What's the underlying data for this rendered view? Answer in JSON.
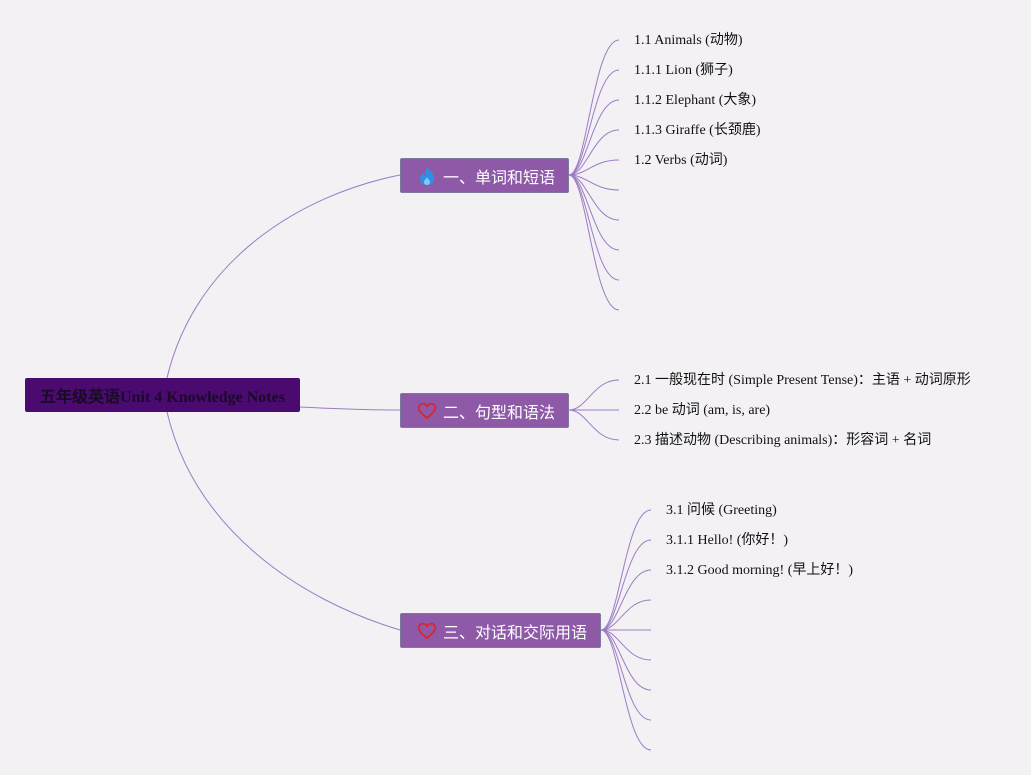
{
  "root": {
    "label": "五年级英语Unit 4 Knowledge Notes"
  },
  "branches": [
    {
      "label": "一、单词和短语",
      "icon": "flame-icon",
      "icon_color": "#2e8fe6",
      "leaves": [
        "1.1 Animals (动物)",
        "1.1.1 Lion (狮子)",
        "1.1.2 Elephant (大象)",
        "1.1.3 Giraffe (长颈鹿)",
        "1.2 Verbs (动词)",
        "",
        "",
        "",
        "",
        ""
      ]
    },
    {
      "label": "二、句型和语法",
      "icon": "heart-icon",
      "icon_color": "#d8262c",
      "leaves": [
        "2.1 一般现在时 (Simple Present Tense)：主语 + 动词原形",
        "2.2 be 动词 (am, is, are)",
        "2.3 描述动物 (Describing animals)：形容词 + 名词"
      ]
    },
    {
      "label": "三、对话和交际用语",
      "icon": "heart-icon",
      "icon_color": "#d8262c",
      "leaves": [
        "3.1 问候 (Greeting)",
        "3.1.1 Hello! (你好！)",
        "3.1.2 Good morning! (早上好！)",
        "",
        "",
        "",
        "",
        "",
        ""
      ]
    }
  ],
  "colors": {
    "background": "#f3f1f4",
    "connector": "#9c7cc4",
    "root_fill": "#4a0a70",
    "branch_fill": "#8e5aa8"
  }
}
